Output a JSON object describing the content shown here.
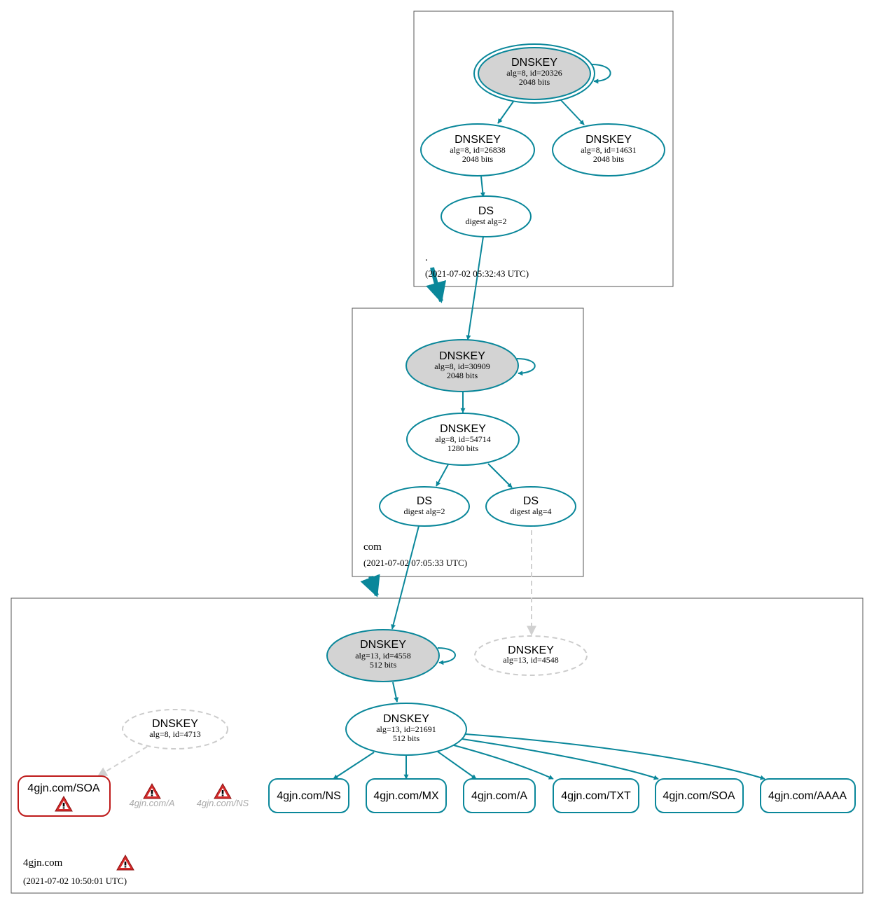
{
  "colors": {
    "edge": "#0a879a",
    "sep_fill": "#d3d3d3",
    "error": "#be1a1a",
    "ghost": "#cccccc"
  },
  "zones": {
    "root": {
      "name": ".",
      "timestamp": "(2021-07-02 05:32:43 UTC)"
    },
    "com": {
      "name": "com",
      "timestamp": "(2021-07-02 07:05:33 UTC)"
    },
    "domain": {
      "name": "4gjn.com",
      "timestamp": "(2021-07-02 10:50:01 UTC)"
    }
  },
  "nodes": {
    "root_ksk": {
      "title": "DNSKEY",
      "line1": "alg=8, id=20326",
      "line2": "2048 bits"
    },
    "root_zsk1": {
      "title": "DNSKEY",
      "line1": "alg=8, id=26838",
      "line2": "2048 bits"
    },
    "root_zsk2": {
      "title": "DNSKEY",
      "line1": "alg=8, id=14631",
      "line2": "2048 bits"
    },
    "root_ds": {
      "title": "DS",
      "line1": "digest alg=2"
    },
    "com_ksk": {
      "title": "DNSKEY",
      "line1": "alg=8, id=30909",
      "line2": "2048 bits"
    },
    "com_zsk": {
      "title": "DNSKEY",
      "line1": "alg=8, id=54714",
      "line2": "1280 bits"
    },
    "com_ds2": {
      "title": "DS",
      "line1": "digest alg=2"
    },
    "com_ds4": {
      "title": "DS",
      "line1": "digest alg=4"
    },
    "dom_ksk": {
      "title": "DNSKEY",
      "line1": "alg=13, id=4558",
      "line2": "512 bits"
    },
    "dom_missing": {
      "title": "DNSKEY",
      "line1": "alg=13, id=4548"
    },
    "dom_zsk": {
      "title": "DNSKEY",
      "line1": "alg=13, id=21691",
      "line2": "512 bits"
    },
    "dom_alg8": {
      "title": "DNSKEY",
      "line1": "alg=8, id=4713"
    }
  },
  "records": {
    "soa_error": "4gjn.com/SOA",
    "ghost_a": "4gjn.com/A",
    "ghost_ns": "4gjn.com/NS",
    "ns": "4gjn.com/NS",
    "mx": "4gjn.com/MX",
    "a": "4gjn.com/A",
    "txt": "4gjn.com/TXT",
    "soa": "4gjn.com/SOA",
    "aaaa": "4gjn.com/AAAA"
  }
}
